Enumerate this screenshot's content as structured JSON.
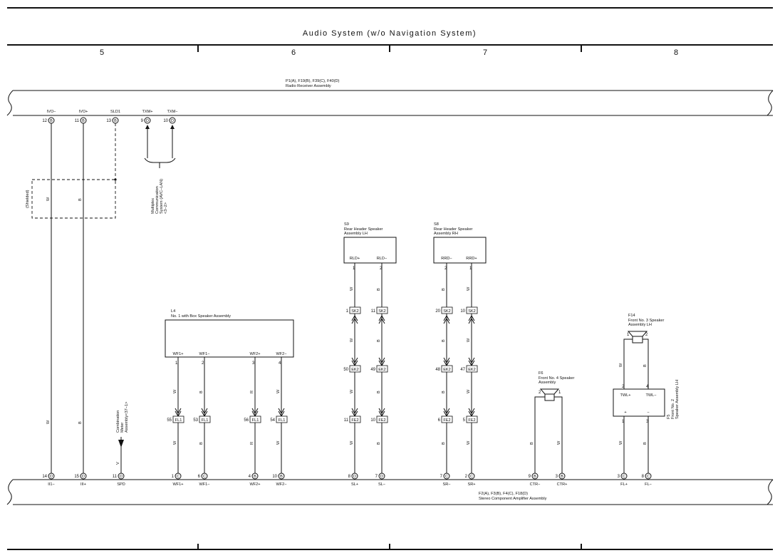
{
  "title": "Audio System (w/o Navigation System)",
  "columns": [
    "5",
    "6",
    "7",
    "8"
  ],
  "radio_receiver": {
    "codes": "P1(A), F19(B), F39(C), F40(D)",
    "name": "Radio Receiver Assembly",
    "pins": [
      {
        "label": "IVO−",
        "num": "12",
        "conn": "B"
      },
      {
        "label": "IVO+",
        "num": "11",
        "conn": "B"
      },
      {
        "label": "SLD1",
        "num": "13",
        "conn": "B"
      },
      {
        "label": "TXM+",
        "num": "9",
        "conn": "D"
      },
      {
        "label": "TXM−",
        "num": "10",
        "conn": "D"
      }
    ]
  },
  "multiplex": {
    "lines": [
      "Multiplex",
      "Communication",
      "System (AVC−LAN)",
      "<3−2>"
    ]
  },
  "shielded": {
    "label": "(Shielded)",
    "wire_w": "W",
    "wire_b": "B"
  },
  "combination_meter": {
    "lines": [
      "Combination",
      "Meter",
      "Assembly<37−1>"
    ],
    "wire": "V"
  },
  "speaker_lh": {
    "code": "S9",
    "name1": "Rear Header Speaker",
    "name2": "Assembly LH",
    "pins": [
      "RLD+",
      "RLD−"
    ],
    "nums": [
      "1",
      "2"
    ]
  },
  "speaker_rh": {
    "code": "S8",
    "name1": "Rear Header Speaker",
    "name2": "Assembly RH",
    "pins": [
      "RRD−",
      "RRD+"
    ],
    "nums": [
      "2",
      "1"
    ]
  },
  "woofer": {
    "code": "L4",
    "name": "No. 1 with Box Speaker Assembly",
    "pins": [
      "WF1+",
      "WF1−",
      "WF2+",
      "WF2−"
    ],
    "nums": [
      "1",
      "2",
      "3",
      "4"
    ]
  },
  "front4": {
    "code": "F6",
    "name1": "Front No. 4 Speaker",
    "name2": "Assembly",
    "p2": "2",
    "p1": "1"
  },
  "front3": {
    "code": "F14",
    "name1": "Front No. 3 Speaker",
    "name2": "Assembly LH",
    "p1": "1",
    "p2": "2"
  },
  "front2": {
    "code": "F5",
    "name1": "Front No. 2",
    "name2": "Speaker Assembly LH",
    "pins": [
      "TWL+",
      "TWL−"
    ],
    "plus": "+",
    "minus": "−",
    "top": [
      "2",
      "4"
    ],
    "bottom": [
      "1",
      "3"
    ]
  },
  "wire_colors": {
    "w": "W",
    "b": "B",
    "r": "R"
  },
  "junctions": {
    "sk2": "SK2",
    "ek2": "EK2",
    "fe2": "FE2",
    "fl1": "FL1",
    "sk2_nums": [
      "1",
      "11",
      "20",
      "10"
    ],
    "ek2_nums": [
      "50",
      "49",
      "48",
      "47"
    ],
    "fe2_nums": [
      "11",
      "10",
      "6",
      "5"
    ],
    "fl1_nums": [
      "55",
      "53",
      "56",
      "54"
    ]
  },
  "amplifier": {
    "codes": "F2(A), F3(B), F4(C), F18(D)",
    "name": "Stereo Component Amplifier Assembly",
    "pins": [
      {
        "num": "14",
        "conn": "D",
        "label": "II1−"
      },
      {
        "num": "15",
        "conn": "D",
        "label": "III+"
      },
      {
        "num": "11",
        "conn": "D",
        "label": "SPD"
      },
      {
        "num": "1",
        "conn": "C",
        "label": "WF1+"
      },
      {
        "num": "6",
        "conn": "C",
        "label": "WF1−"
      },
      {
        "num": "4",
        "conn": "B",
        "label": "WF2+"
      },
      {
        "num": "10",
        "conn": "B",
        "label": "WF2−"
      },
      {
        "num": "8",
        "conn": "D",
        "label": "SL+"
      },
      {
        "num": "7",
        "conn": "D",
        "label": "SL−"
      },
      {
        "num": "7",
        "conn": "C",
        "label": "SR−"
      },
      {
        "num": "2",
        "conn": "C",
        "label": "SR+"
      },
      {
        "num": "9",
        "conn": "B",
        "label": "CTR−"
      },
      {
        "num": "3",
        "conn": "B",
        "label": "CTR+"
      },
      {
        "num": "3",
        "conn": "C",
        "label": "FL+"
      },
      {
        "num": "8",
        "conn": "C",
        "label": "FL−"
      }
    ]
  }
}
